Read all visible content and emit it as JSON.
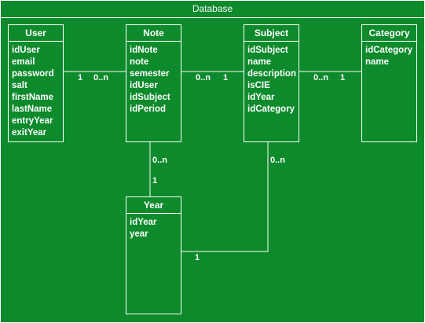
{
  "frame": {
    "title": "Database"
  },
  "entities": {
    "user": {
      "name": "User",
      "fields": [
        "idUser",
        "email",
        "password",
        "salt",
        "firstName",
        "lastName",
        "entryYear",
        "exitYear"
      ]
    },
    "note": {
      "name": "Note",
      "fields": [
        "idNote",
        "note",
        "semester",
        "idUser",
        "idSubject",
        "idPeriod"
      ]
    },
    "subject": {
      "name": "Subject",
      "fields": [
        "idSubject",
        "name",
        "description",
        "isCIE",
        "idYear",
        "idCategory"
      ]
    },
    "category": {
      "name": "Category",
      "fields": [
        "idCategory",
        "name"
      ]
    },
    "year": {
      "name": "Year",
      "fields": [
        "idYear",
        "year"
      ]
    }
  },
  "relations": {
    "user_note": {
      "from_mult": "1",
      "to_mult": "0..n"
    },
    "note_subject": {
      "from_mult": "0..n",
      "to_mult": "1"
    },
    "subject_category": {
      "from_mult": "0..n",
      "to_mult": "1"
    },
    "note_year": {
      "from_mult": "0..n",
      "to_mult": "1"
    },
    "subject_year": {
      "from_mult": "0..n",
      "to_mult": "1"
    }
  }
}
